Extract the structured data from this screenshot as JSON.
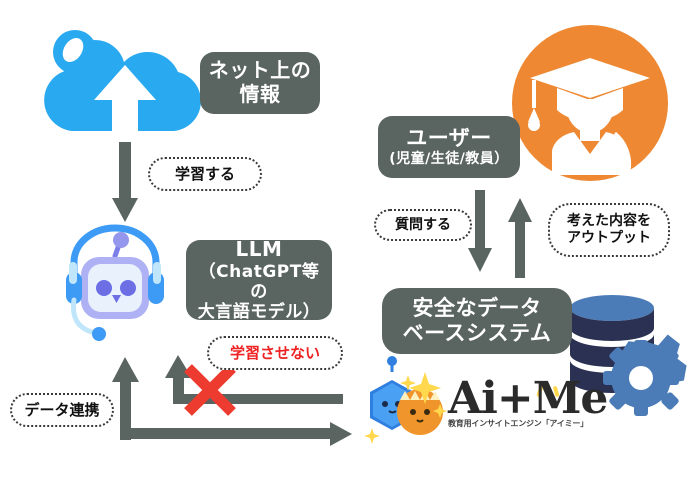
{
  "diagram": {
    "title": "AI learning and safe database system flow",
    "colors": {
      "badge_dark": "#5a6461",
      "cloud_blue": "#29a9f0",
      "user_orange": "#ee8833",
      "arrow_gray": "#5a6461",
      "cross_red": "#ee3b30",
      "warning_red": "#ee2222",
      "db_navy": "#2b3152",
      "db_blue": "#4b7cb8"
    },
    "labels": {
      "internet_info": {
        "line1": "ネット上の",
        "line2": "情報"
      },
      "llm": {
        "line1": "LLM",
        "line2": "（ChatGPT等の",
        "line3": "大言語モデル）"
      },
      "user": {
        "line1": "ユーザー",
        "line2": "(児童/生徒/教員）"
      },
      "safe_db": {
        "line1": "安全なデータ",
        "line2": "ベースシステム"
      }
    },
    "annotations": {
      "learn": "学習する",
      "no_learn": "学習させない",
      "data_link": "データ連携",
      "ask": "質問する",
      "output": {
        "line1": "考えた内容を",
        "line2": "アウトプット"
      }
    },
    "logo": {
      "name": "Ai+Me",
      "tagline": "教育用インサイトエンジン「アイミー」"
    },
    "icons": {
      "cloud_upload": "cloud-upload-icon",
      "robot": "robot-icon",
      "graduate": "graduate-user-icon",
      "database": "database-icon",
      "gear": "gear-icon",
      "cross": "red-cross-icon",
      "mascot_blue": "mascot-blue-hexagon-icon",
      "mascot_orange": "mascot-orange-round-icon"
    }
  }
}
